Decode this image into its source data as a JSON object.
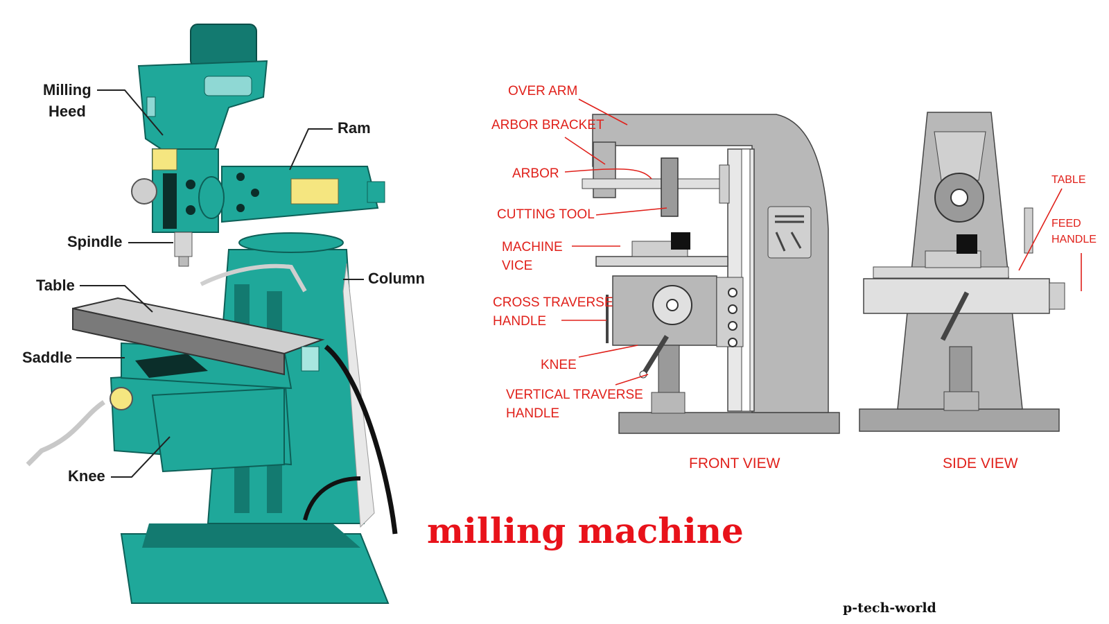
{
  "colors": {
    "machine_teal": "#1fa89a",
    "machine_teal_dark": "#137a70",
    "label_red": "#e0201a",
    "title_red": "#e8121a",
    "machine_grey": "#b8b8b8"
  },
  "left_diagram": {
    "labels": {
      "milling_head_line1": "Milling",
      "milling_head_line2": "Heed",
      "ram": "Ram",
      "spindle": "Spindle",
      "table": "Table",
      "column": "Column",
      "saddle": "Saddle",
      "knee": "Knee"
    }
  },
  "right_diagram": {
    "labels": {
      "over_arm": "OVER ARM",
      "arbor_bracket": "ARBOR BRACKET",
      "arbor": "ARBOR",
      "cutting_tool": "CUTTING TOOL",
      "machine_vice_line1": "MACHINE",
      "machine_vice_line2": "VICE",
      "cross_traverse_line1": "CROSS TRAVERSE",
      "cross_traverse_line2": "HANDLE",
      "knee": "KNEE",
      "vertical_traverse_line1": "VERTICAL TRAVERSE",
      "vertical_traverse_line2": "HANDLE",
      "table": "TABLE",
      "feed_handle_line1": "FEED",
      "feed_handle_line2": "HANDLE"
    },
    "front_view_caption": "FRONT VIEW",
    "side_view_caption": "SIDE VIEW"
  },
  "title": "milling machine",
  "credit": "p-tech-world"
}
